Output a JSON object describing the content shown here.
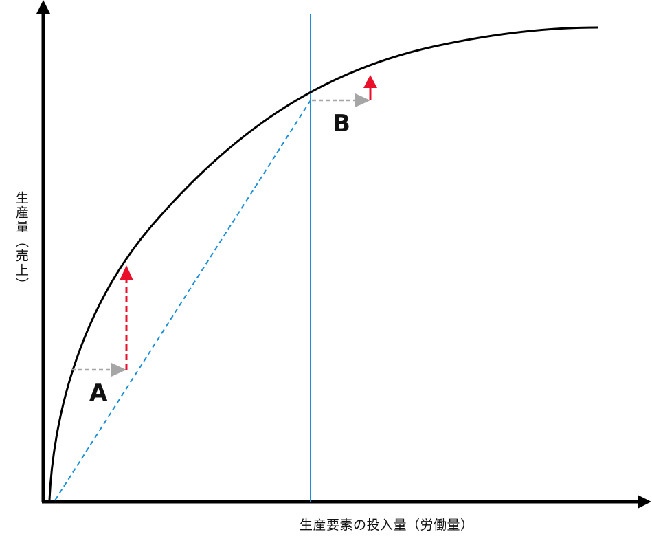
{
  "axes": {
    "x_label": "生産要素の投入量（労働量）",
    "y_label": "生産量（売上）"
  },
  "points": {
    "a_label": "A",
    "b_label": "B"
  },
  "colors": {
    "curve": "#000000",
    "axis": "#000000",
    "reference_line": "#1a8fd6",
    "input_arrow": "#a6a6a6",
    "output_arrow": "#e8102a"
  }
}
